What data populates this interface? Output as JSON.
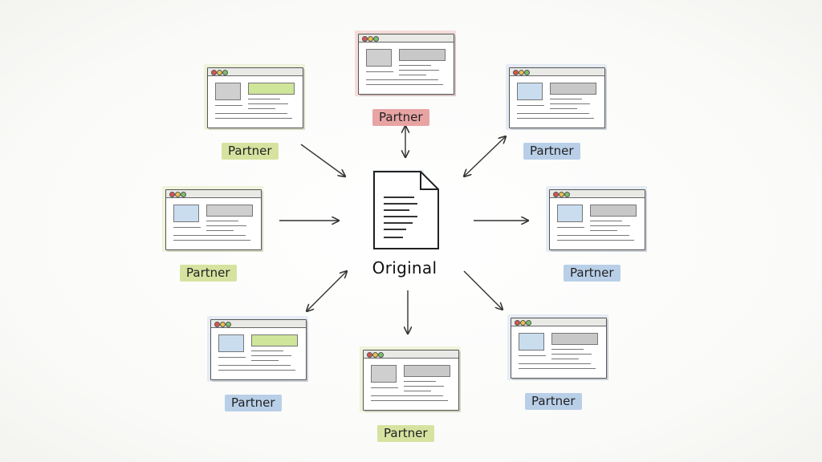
{
  "center": {
    "label": "Original"
  },
  "partners": [
    {
      "id": "top-center",
      "label": "Partner",
      "color": "#e8a3a3",
      "accent": "#c8c8c8",
      "img": "#cfcfcf"
    },
    {
      "id": "top-left",
      "label": "Partner",
      "color": "#d6e3a0",
      "accent": "#cfe59a",
      "img": "#cfcfcf"
    },
    {
      "id": "top-right",
      "label": "Partner",
      "color": "#b9cfe8",
      "accent": "#c8c8c8",
      "img": "#c9ddef"
    },
    {
      "id": "middle-left",
      "label": "Partner",
      "color": "#d6e3a0",
      "accent": "#cfcfcf",
      "img": "#c9ddef"
    },
    {
      "id": "middle-right",
      "label": "Partner",
      "color": "#b9cfe8",
      "accent": "#c8c8c8",
      "img": "#c9ddef"
    },
    {
      "id": "bottom-left",
      "label": "Partner",
      "color": "#b9cfe8",
      "accent": "#cfe59a",
      "img": "#c9ddef"
    },
    {
      "id": "bottom-center",
      "label": "Partner",
      "color": "#d6e3a0",
      "accent": "#c8c8c8",
      "img": "#cfcfcf"
    },
    {
      "id": "bottom-right",
      "label": "Partner",
      "color": "#b9cfe8",
      "accent": "#c8c8c8",
      "img": "#c9ddef"
    }
  ],
  "links": [
    {
      "from": "top-center",
      "to": "center",
      "direction": "both"
    },
    {
      "from": "top-left",
      "to": "center",
      "direction": "forward"
    },
    {
      "from": "top-right",
      "to": "center",
      "direction": "both"
    },
    {
      "from": "middle-left",
      "to": "center",
      "direction": "forward"
    },
    {
      "from": "center",
      "to": "middle-right",
      "direction": "forward"
    },
    {
      "from": "bottom-left",
      "to": "center",
      "direction": "both"
    },
    {
      "from": "center",
      "to": "bottom-center",
      "direction": "forward"
    },
    {
      "from": "center",
      "to": "bottom-right",
      "direction": "forward"
    }
  ]
}
